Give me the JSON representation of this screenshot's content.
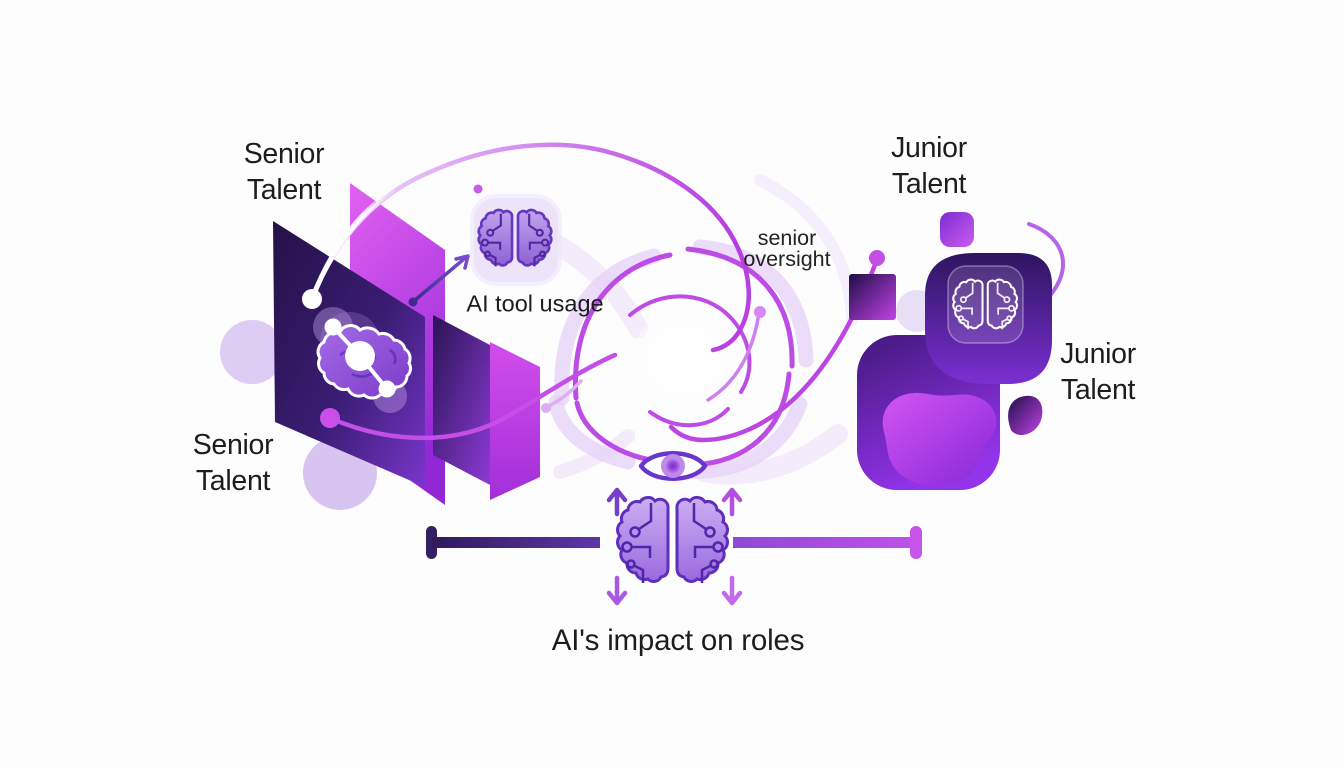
{
  "labels": {
    "senior_top": {
      "line1": "Senior",
      "line2": "Talent"
    },
    "senior_bottom": {
      "line1": "Senior",
      "line2": "Talent"
    },
    "junior_top": {
      "line1": "Junior",
      "line2": "Talent"
    },
    "junior_side": {
      "line1": "Junior",
      "line2": "Talent"
    }
  },
  "annotations": {
    "ai_tool_usage": "AI tool usage",
    "senior_oversight": {
      "line1": "senior",
      "line2": "oversight"
    }
  },
  "caption": "AI's impact on roles",
  "icons": {
    "brain_network_icon": "brain silhouette with white node network",
    "brain_circuit_icon": "two-lobed brain with circuit traces",
    "eye_icon": "oversight eye",
    "vortex": "purple spiral vortex",
    "up_arrow_icon": "arrow up",
    "down_arrow_icon": "arrow down",
    "impact_scale": "horizontal gradient bar with end caps"
  },
  "colors": {
    "dark_indigo": "#2a1657",
    "purple": "#6d2fc4",
    "magenta": "#c44fe8",
    "light_lavender": "#ddccf4",
    "text": "#1d1d1f",
    "vortex_bright": "#bd4ce6",
    "white": "#ffffff"
  }
}
